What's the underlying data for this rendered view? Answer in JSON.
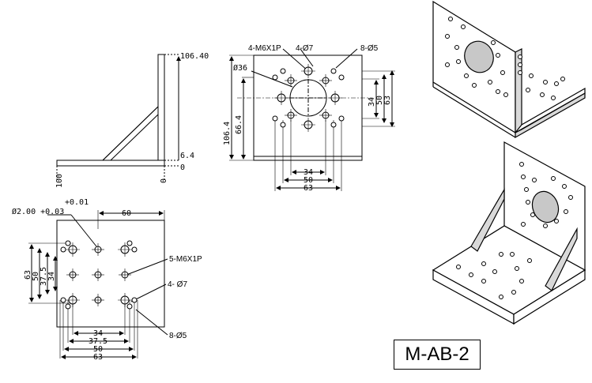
{
  "model_label": "M-AB-2",
  "side_view": {
    "dim_height": "106.40",
    "dim_thickness": "6.4",
    "dim_zero_right": "0",
    "dim_length": "100",
    "dim_zero_bottom": "0"
  },
  "front_view": {
    "tap_callout": "4-M6X1P",
    "hole7_callout": "4-Ø7",
    "hole5_callout": "8-Ø5",
    "bore_dia": "Ø36",
    "dim_height_outer": "106.4",
    "dim_height_inner": "66.4",
    "dim_v_34": "34",
    "dim_v_50": "50",
    "dim_v_63": "63",
    "dim_h_34": "34",
    "dim_h_50": "50",
    "dim_h_63": "63"
  },
  "top_view": {
    "tol_upper": "+0.01",
    "pin_callout": "Ø2.00 +0.03",
    "dim_60": "60",
    "dim_v_63": "63",
    "dim_v_50": "50",
    "dim_v_37_5": "37.5",
    "dim_v_34": "34",
    "tap_callout": "5-M6X1P",
    "hole7_callout": "4- Ø7",
    "hole5_callout": "8-Ø5",
    "dim_h_34": "34",
    "dim_h_37_5": "37.5",
    "dim_h_50": "50",
    "dim_h_63": "63"
  },
  "colors": {
    "line": "#000000",
    "shade": "#d9d9d9",
    "bore_shade": "#c8c8c8"
  }
}
